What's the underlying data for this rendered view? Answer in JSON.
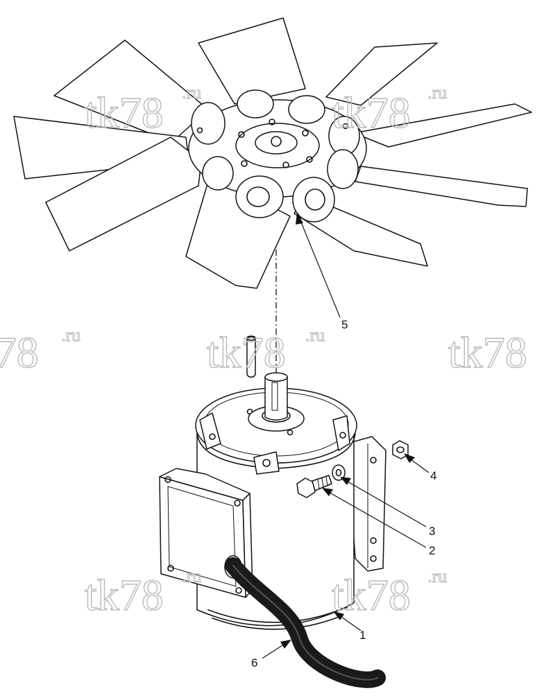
{
  "diagram": {
    "callouts": [
      {
        "id": "1",
        "label": "1"
      },
      {
        "id": "2",
        "label": "2"
      },
      {
        "id": "3",
        "label": "3"
      },
      {
        "id": "4",
        "label": "4"
      },
      {
        "id": "5",
        "label": "5"
      },
      {
        "id": "6",
        "label": "6"
      }
    ],
    "watermark": {
      "main": "tk78",
      "suffix": ".ru"
    }
  },
  "colors": {
    "line": "#111111",
    "watermark": "#b9b9b9",
    "cable": "#1a1a1a",
    "background": "#ffffff"
  }
}
